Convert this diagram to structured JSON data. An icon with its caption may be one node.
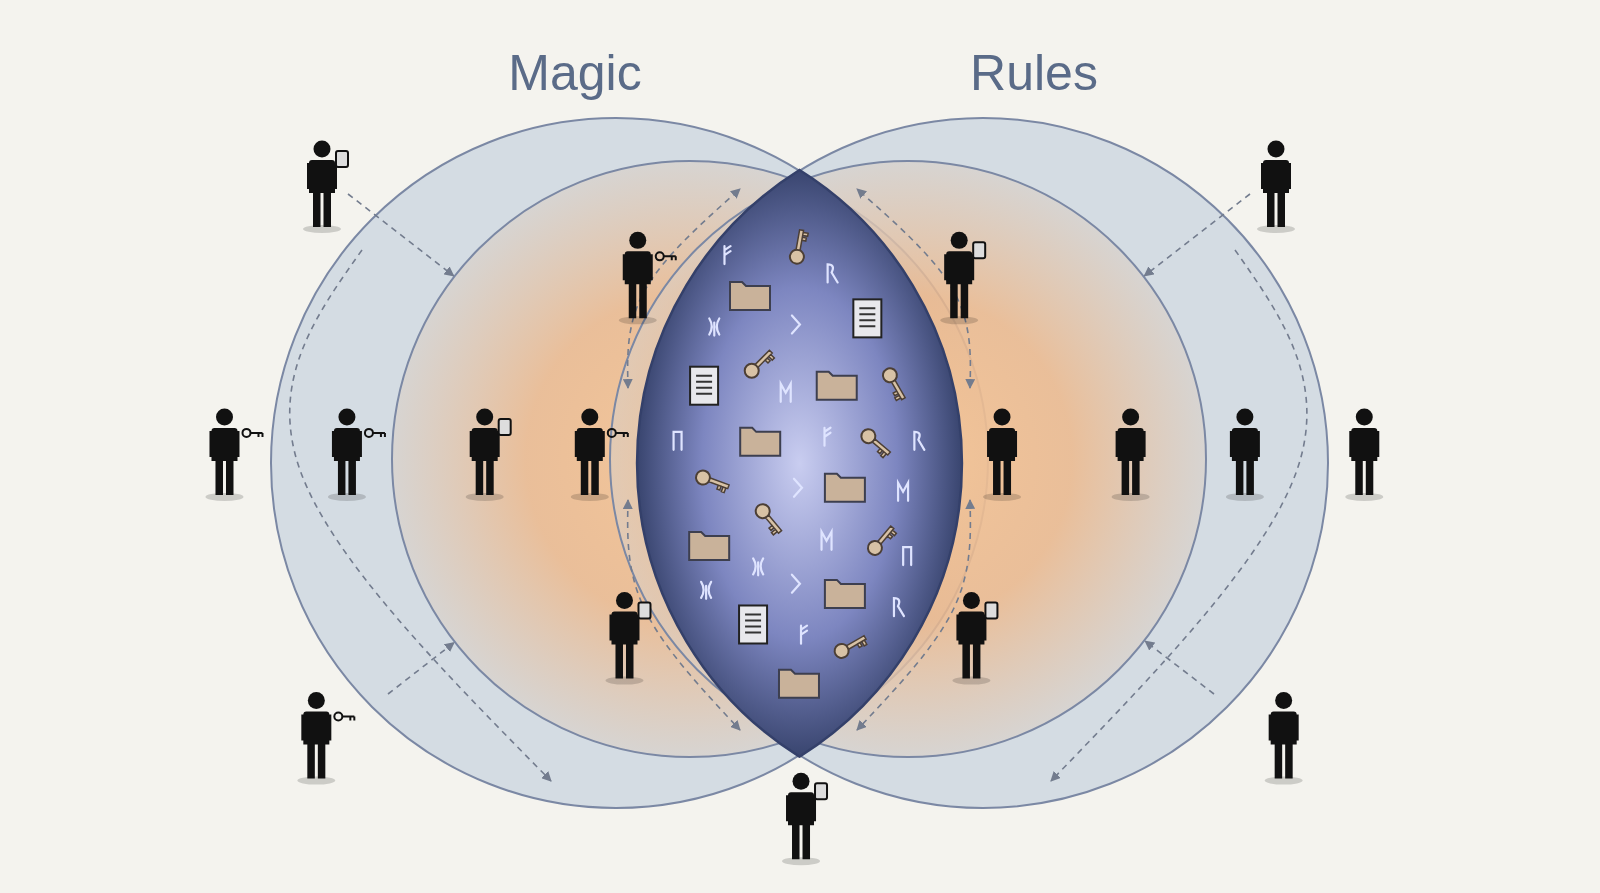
{
  "diagram": {
    "nodes": [
      {
        "text": [
          "Magic"
        ]
      },
      {
        "text": [
          "Rules"
        ]
      },
      {
        "text": [],
        "shape": "circle",
        "in": 0
      },
      {
        "text": [],
        "shape": "circle",
        "in": 1
      },
      {
        "text": [],
        "shape": "lens"
      },
      {
        "text": [],
        "shape": "person"
      },
      {
        "text": [],
        "shape": "person"
      }
    ],
    "edges": [
      {
        "from": 5,
        "to": 2,
        "arrow": "to",
        "style": "dashed"
      },
      {
        "from": 6,
        "to": 3,
        "arrow": "to",
        "style": "dashed"
      },
      {
        "from": null,
        "to": 2,
        "arrow": "to",
        "style": "dashed"
      },
      {
        "from": null,
        "to": 3,
        "arrow": "to",
        "style": "dashed"
      }
    ]
  }
}
